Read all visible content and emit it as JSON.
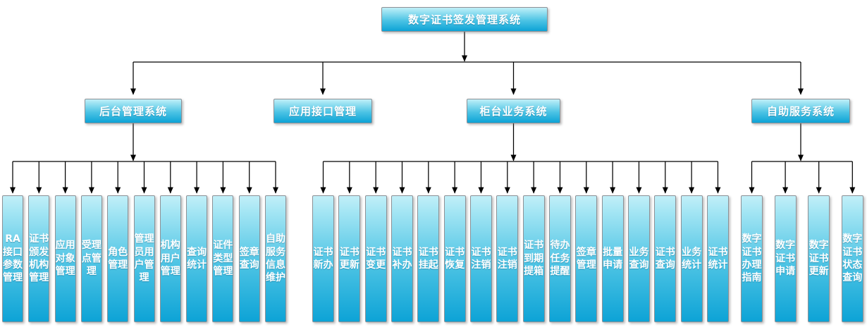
{
  "diagram": {
    "root": "数字证书签发管理系统",
    "branches": [
      {
        "label": "后台管理系统",
        "children": [
          "RA接口参数管理",
          "证书颁发机构管理",
          "应用对象管理",
          "受理点管理",
          "角色管理",
          "管理员用户管理",
          "机构用户管理",
          "查询统计",
          "证件类型管理",
          "签章查询",
          "自助服务信息维护"
        ]
      },
      {
        "label": "应用接口管理",
        "children": []
      },
      {
        "label": "柜台业务系统",
        "children": [
          "证书新办",
          "证书更新",
          "证书变更",
          "证书补办",
          "证书挂起",
          "证书恢复",
          "证书注销",
          "证书注销",
          "证书到期提箱",
          "待办任务提醒",
          "签章管理",
          "批量申请",
          "业务查询",
          "证书查询",
          "业务统计",
          "证书统计"
        ]
      },
      {
        "label": "自助服务系统",
        "children": [
          "数字证书办理指南",
          "数字证书申请",
          "数字证书更新",
          "数字证书状态查询"
        ]
      }
    ],
    "colors": {
      "box_gradient_top": "#c2eff8",
      "box_gradient_bottom": "#0da3d6",
      "box_border": "#8d9196",
      "connector_line": "#000000",
      "text": "#ffffff",
      "background": "#ffffff"
    }
  }
}
